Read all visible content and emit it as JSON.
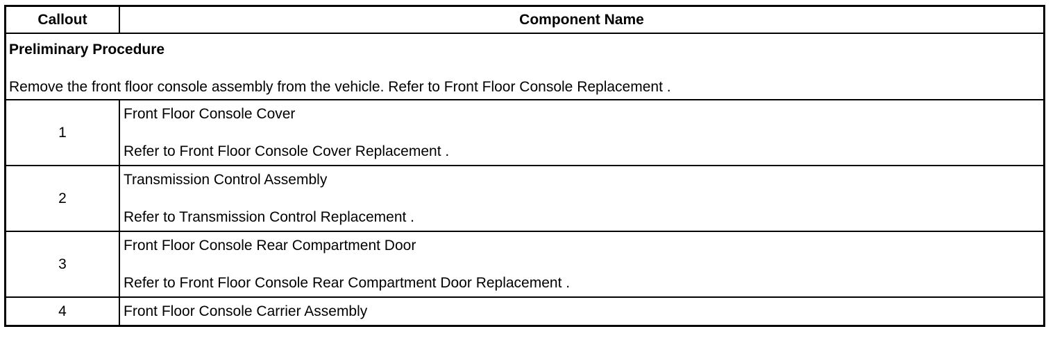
{
  "table": {
    "headers": {
      "callout": "Callout",
      "component_name": "Component Name"
    },
    "preliminary": {
      "title": "Preliminary Procedure",
      "text": "Remove the front floor console assembly from the vehicle. Refer to Front Floor Console Replacement ."
    },
    "rows": [
      {
        "callout": "1",
        "name": "Front Floor Console Cover",
        "note": "Refer to Front Floor Console Cover Replacement ."
      },
      {
        "callout": "2",
        "name": "Transmission Control Assembly",
        "note": "Refer to Transmission Control Replacement ."
      },
      {
        "callout": "3",
        "name": "Front Floor Console Rear Compartment Door",
        "note": "Refer to Front Floor Console Rear Compartment Door Replacement ."
      },
      {
        "callout": "4",
        "name": "Front Floor Console Carrier Assembly"
      }
    ]
  }
}
